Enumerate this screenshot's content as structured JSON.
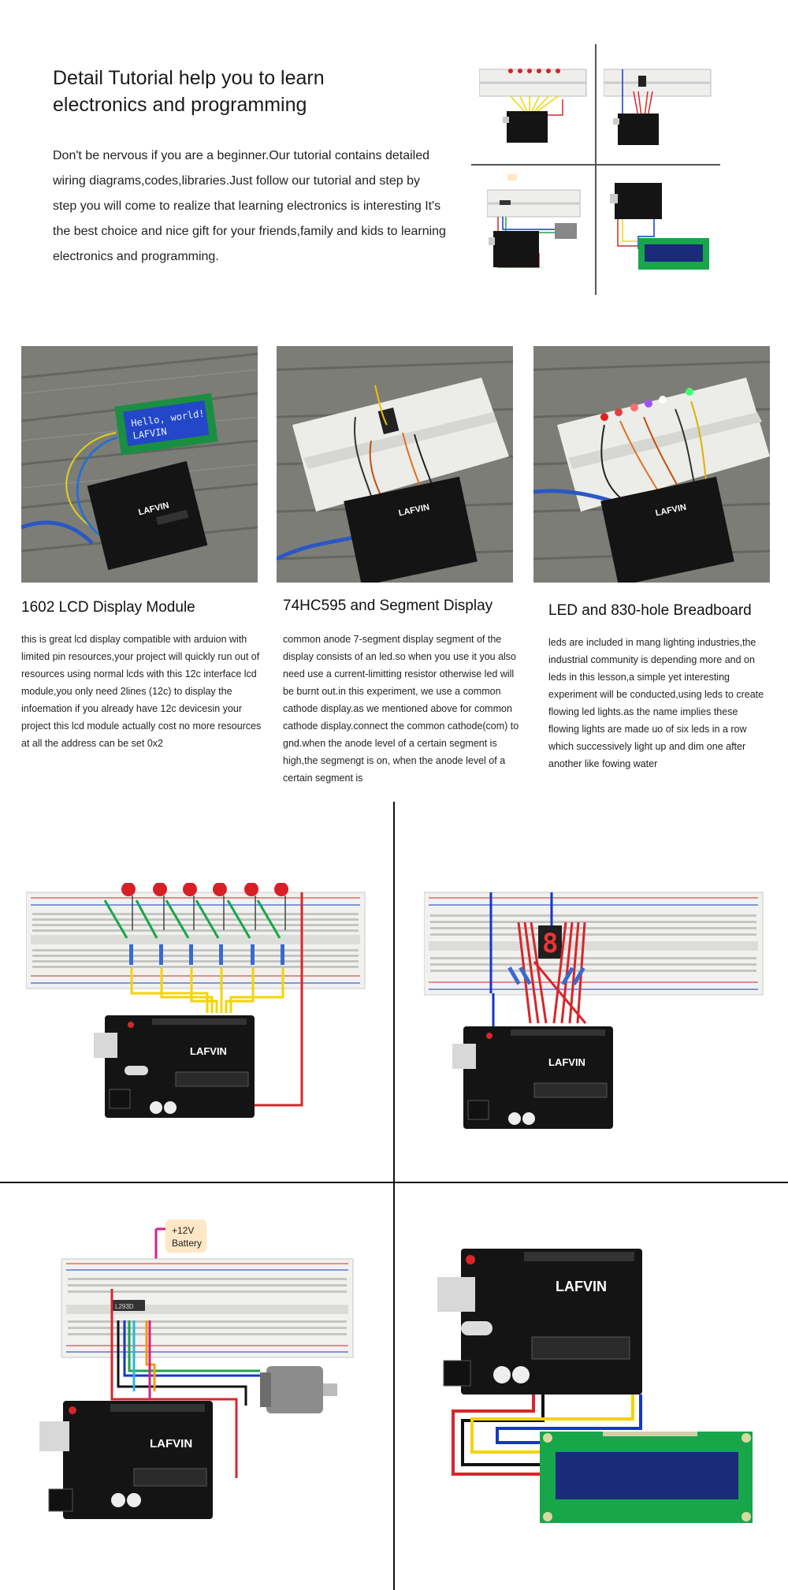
{
  "intro": {
    "title": "Detail Tutorial help you to learn electronics and programming",
    "body": "Don't be nervous if you are a beginner.Our tutorial contains detailed wiring diagrams,codes,libraries.Just follow our tutorial and step by step you will come to realize that learning electronics is interesting It's the best choice and nice gift for your friends,family and kids to learning electronics and programming."
  },
  "board_brand": "LAFVIN",
  "lcd_text": [
    "Hello, world!",
    "LAFVIN"
  ],
  "battery_label": [
    "+12V",
    "Battery"
  ],
  "chip_label": "L293D",
  "cards": [
    {
      "title": "1602 LCD Display Module",
      "body": "this is great lcd display compatible with arduion with limited pin resources,your project will quickly run out of resources using normal lcds with this 12c interface lcd module,you only need 2lines (12c) to display the infoemation if you already have 12c devicesin your project this lcd module actually cost no more resources at all the address can be set 0x2"
    },
    {
      "title": "74HC595 and Segment Display",
      "body": "common anode 7-segment display segment of the display consists of an led.so when you use it you also need use a current-limitting resistor otherwise led will be burnt out.in this experiment, we use a common cathode display.as we mentioned above for common cathode display.connect the common cathode(com) to gnd.when the anode level of a certain segment is high,the segmengt is on, when the anode level of a certain segment is"
    },
    {
      "title": "LED and 830-hole Breadboard",
      "body": "leds are included in mang lighting industries,the industrial community is depending more and on leds in this lesson,a simple yet interesting experiment will be conducted,using leds to create flowing led lights.as the name implies these flowing lights are made uo of six leds in a row which successively light up and dim one after another like fowing water"
    }
  ],
  "colors": {
    "board": "#141414",
    "wood": "#7d7d78",
    "breadboard": "#f1f1ef",
    "lcd_green": "#17a64a",
    "lcd_blue": "#1b2a7a",
    "led_red": "#d91f26",
    "wire_yellow": "#f3d400",
    "wire_red": "#d7262b",
    "wire_blue": "#1636c8"
  }
}
